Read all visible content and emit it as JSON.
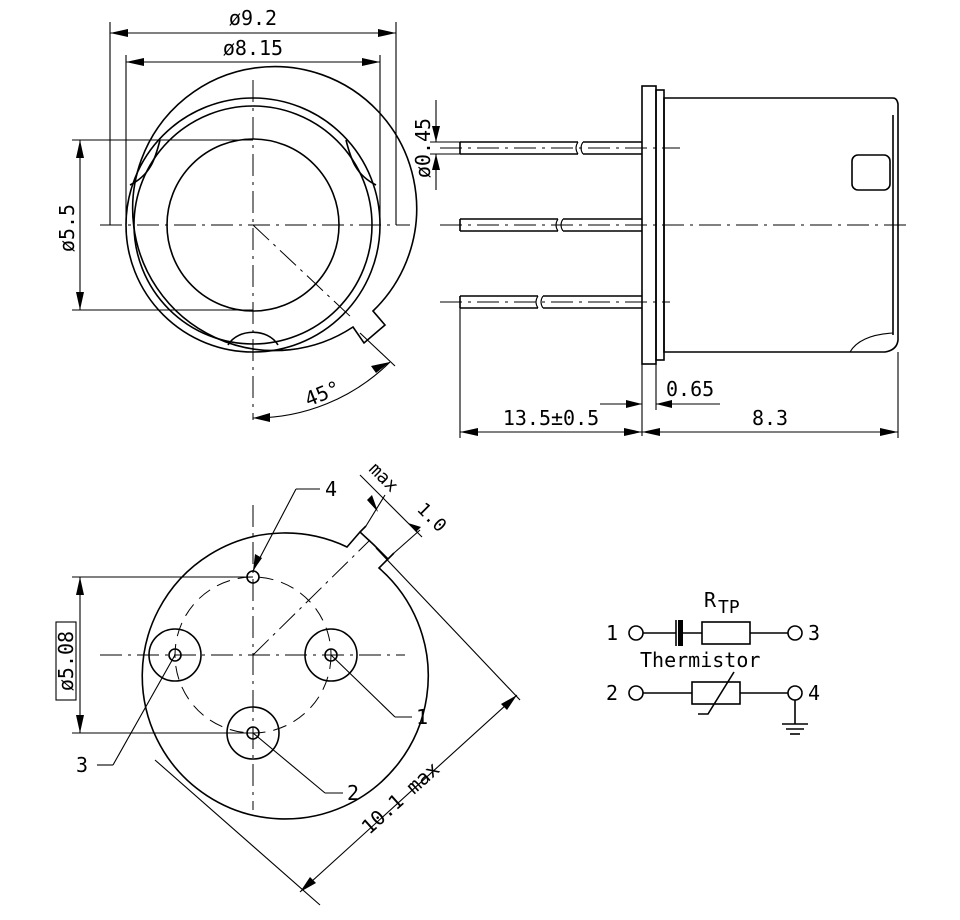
{
  "top_view": {
    "dim_outer": "ø9.2",
    "dim_inner": "ø8.15",
    "dim_window": "ø5.5",
    "dim_angle": "45°"
  },
  "side_view": {
    "dim_pin": "ø0.45",
    "dim_flange": "0.65",
    "dim_lead": "13.5±0.5",
    "dim_body": "8.3"
  },
  "bottom_view": {
    "dim_pitch": "ø5.08",
    "dim_tab": "max 1.0",
    "dim_tab_max": "max",
    "dim_tab_val": "1.0",
    "dim_overall": "10.1 max",
    "pins": [
      "1",
      "2",
      "3",
      "4"
    ]
  },
  "schematic": {
    "component_label": "R",
    "component_sub": "TP",
    "thermistor_label": "Thermistor",
    "pin_labels": [
      "1",
      "3",
      "2",
      "4"
    ]
  }
}
